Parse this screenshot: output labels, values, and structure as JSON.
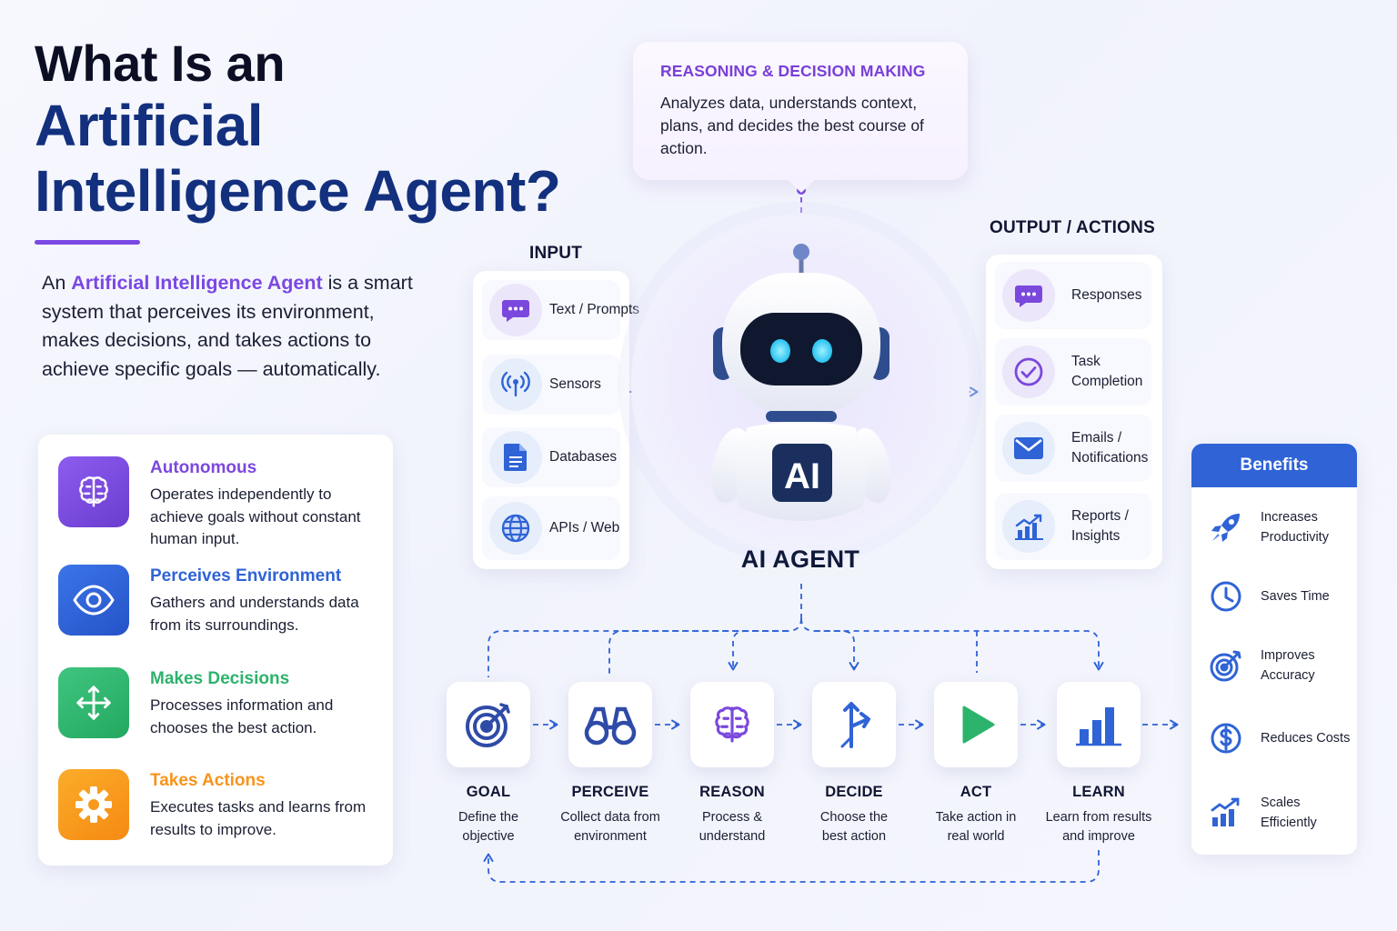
{
  "title": {
    "line1": "What Is an",
    "line2": "Artificial",
    "line3": "Intelligence Agent?"
  },
  "intro": {
    "prefix": "An ",
    "highlight": "Artificial Intelligence Agent",
    "suffix": " is a smart system that perceives its environment, makes decisions, and takes actions to achieve specific goals — automatically."
  },
  "features": [
    {
      "title": "Autonomous",
      "desc": "Operates independently to achieve goals without constant human input.",
      "icon": "brain-icon",
      "color": "#7b48dd"
    },
    {
      "title": "Perceives Environment",
      "desc": "Gathers and understands data from its surroundings.",
      "icon": "eye-icon",
      "color": "#2f63d6"
    },
    {
      "title": "Makes Decisions",
      "desc": "Processes information and chooses the best action.",
      "icon": "arrows-icon",
      "color": "#2cb36c"
    },
    {
      "title": "Takes Actions",
      "desc": "Executes tasks and learns from results to improve.",
      "icon": "gear-icon",
      "color": "#f7941d"
    }
  ],
  "reasoning": {
    "title": "REASONING & DECISION MAKING",
    "desc": "Analyzes data, understands context, plans, and decides the best course of action."
  },
  "input": {
    "title": "INPUT",
    "items": [
      {
        "label": "Text / Prompts",
        "icon": "chat-icon"
      },
      {
        "label": "Sensors",
        "icon": "sensor-icon"
      },
      {
        "label": "Databases",
        "icon": "document-icon"
      },
      {
        "label": "APIs / Web",
        "icon": "globe-icon"
      }
    ]
  },
  "output": {
    "title": "OUTPUT / ACTIONS",
    "items": [
      {
        "label": "Responses",
        "icon": "chat-icon"
      },
      {
        "label": "Task Completion",
        "icon": "check-circle-icon"
      },
      {
        "label": "Emails / Notifications",
        "icon": "mail-icon"
      },
      {
        "label": "Reports / Insights",
        "icon": "chart-icon"
      }
    ]
  },
  "agent": {
    "label": "AI AGENT",
    "badge": "AI"
  },
  "steps": [
    {
      "title": "GOAL",
      "desc": "Define the objective",
      "icon": "target-icon"
    },
    {
      "title": "PERCEIVE",
      "desc": "Collect data from environment",
      "icon": "binoculars-icon"
    },
    {
      "title": "REASON",
      "desc": "Process & understand",
      "icon": "brain-icon"
    },
    {
      "title": "DECIDE",
      "desc": "Choose the best action",
      "icon": "split-arrow-icon"
    },
    {
      "title": "ACT",
      "desc": "Take action in real world",
      "icon": "play-icon"
    },
    {
      "title": "LEARN",
      "desc": "Learn from results and improve",
      "icon": "bar-chart-icon"
    }
  ],
  "benefits": {
    "title": "Benefits",
    "items": [
      {
        "label": "Increases Productivity",
        "icon": "rocket-icon"
      },
      {
        "label": "Saves Time",
        "icon": "clock-icon"
      },
      {
        "label": "Improves Accuracy",
        "icon": "target-icon"
      },
      {
        "label": "Reduces Costs",
        "icon": "dollar-icon"
      },
      {
        "label": "Scales Efficiently",
        "icon": "growth-chart-icon"
      }
    ]
  },
  "colors": {
    "purple": "#7a48e3",
    "navy": "#13307e",
    "blue": "#2f63d6",
    "green": "#2cb36c",
    "orange": "#f7941d"
  }
}
